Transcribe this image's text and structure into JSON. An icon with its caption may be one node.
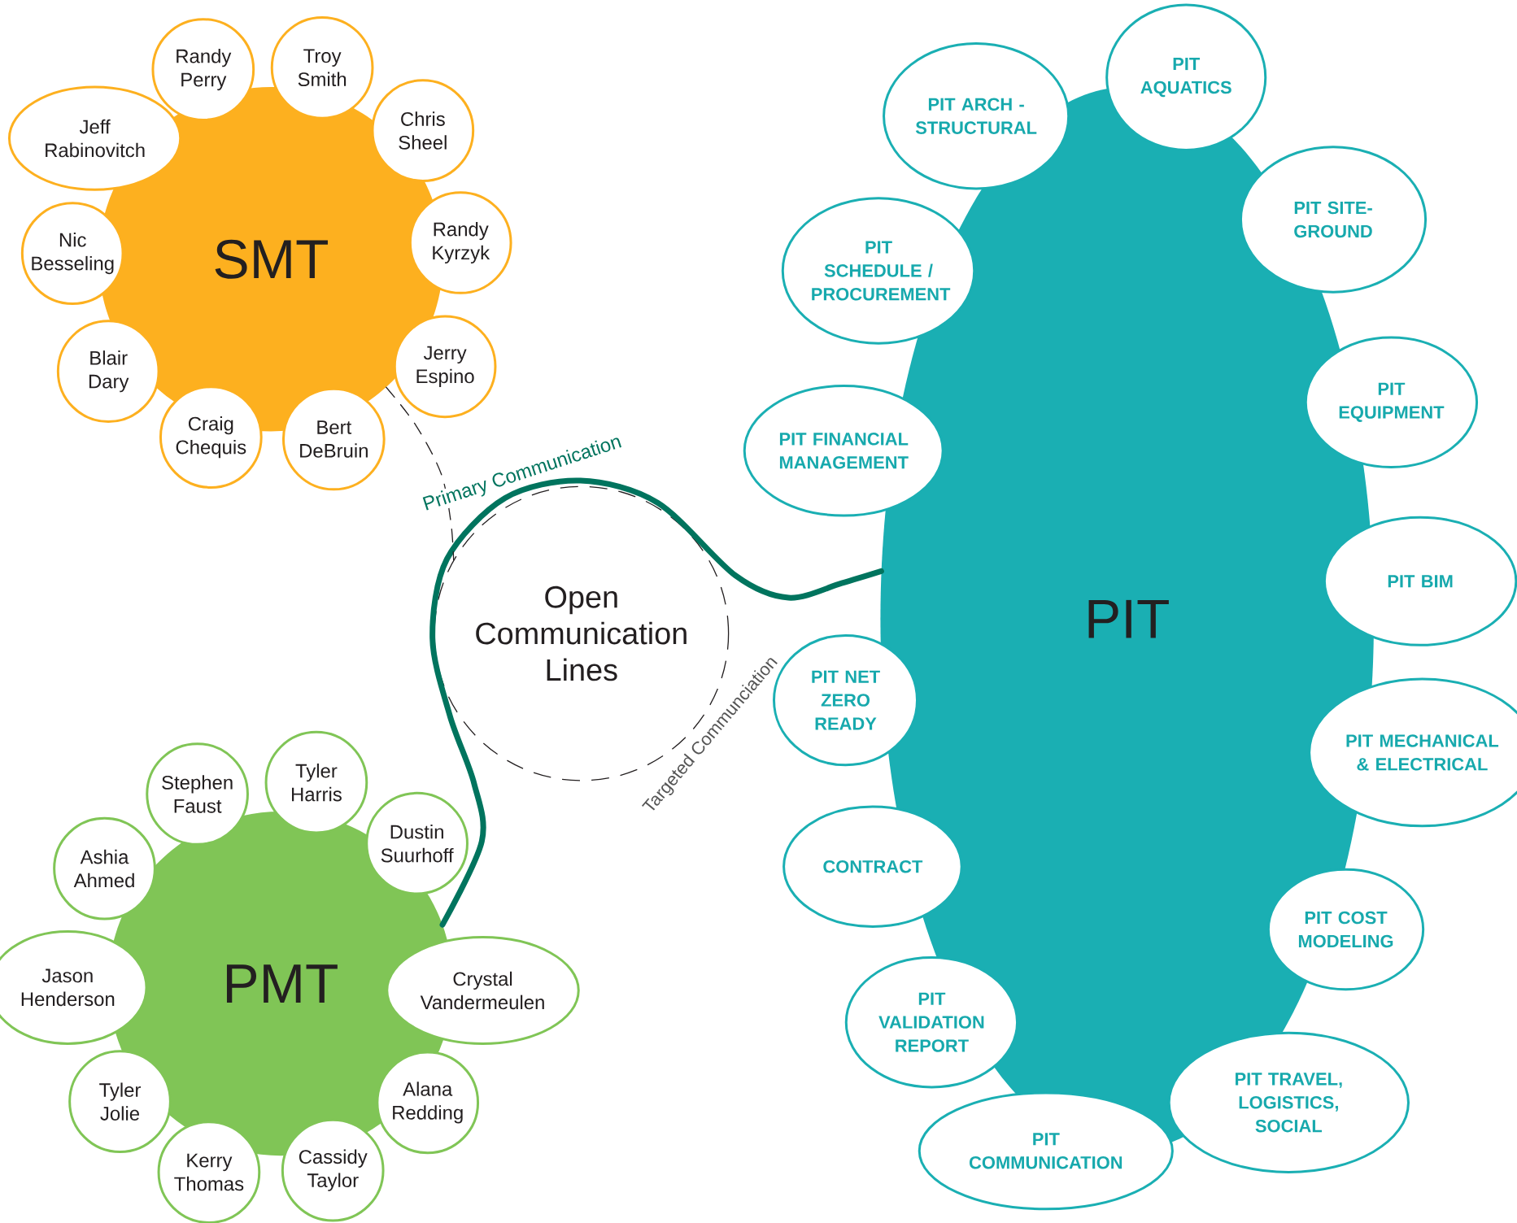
{
  "diagram": {
    "nodes": [
      {
        "text": [
          "SMT"
        ]
      },
      {
        "text": [
          "Jeff Rabinovitch"
        ]
      },
      {
        "text": [
          "Randy Perry"
        ]
      },
      {
        "text": [
          "Troy Smith"
        ]
      },
      {
        "text": [
          "Chris Sheel"
        ]
      },
      {
        "text": [
          "Randy Kyrzyk"
        ]
      },
      {
        "text": [
          "Jerry Espino"
        ]
      },
      {
        "text": [
          "Bert DeBruin"
        ]
      },
      {
        "text": [
          "Craig Chequis"
        ]
      },
      {
        "text": [
          "Blair Dary"
        ]
      },
      {
        "text": [
          "Nic Besseling"
        ]
      },
      {
        "text": [
          "PMT"
        ]
      },
      {
        "text": [
          "Ashia Ahmed"
        ]
      },
      {
        "text": [
          "Stephen Faust"
        ]
      },
      {
        "text": [
          "Tyler Harris"
        ]
      },
      {
        "text": [
          "Dustin Suurhoff"
        ]
      },
      {
        "text": [
          "Crystal Vandermeulen"
        ]
      },
      {
        "text": [
          "Alana Redding"
        ]
      },
      {
        "text": [
          "Cassidy Taylor"
        ]
      },
      {
        "text": [
          "Kerry Thomas"
        ]
      },
      {
        "text": [
          "Tyler Jolie"
        ]
      },
      {
        "text": [
          "Jason Henderson"
        ]
      },
      {
        "text": [
          "Open Communication Lines"
        ],
        "beside": [
          "Targeted Communciation"
        ]
      },
      {
        "text": [
          "PIT"
        ]
      },
      {
        "text": [
          "PIT ARCH - STRUCTURAL"
        ]
      },
      {
        "text": [
          "PIT AQUATICS"
        ]
      },
      {
        "text": [
          "PIT SCHEDULE / PROCUREMENT"
        ]
      },
      {
        "text": [
          "PIT SITE-GROUND"
        ]
      },
      {
        "text": [
          "PIT EQUIPMENT"
        ]
      },
      {
        "text": [
          "PIT FINANCIAL MANAGEMENT"
        ]
      },
      {
        "text": [
          "PIT BIM"
        ]
      },
      {
        "text": [
          "PIT NET ZERO READY"
        ]
      },
      {
        "text": [
          "PIT MECHANICAL & ELECTRICAL"
        ]
      },
      {
        "text": [
          "CONTRACT"
        ]
      },
      {
        "text": [
          "PIT COST MODELING"
        ]
      },
      {
        "text": [
          "PIT VALIDATION REPORT"
        ]
      },
      {
        "text": [
          "PIT TRAVEL, LOGISTICS, SOCIAL"
        ]
      },
      {
        "text": [
          "PIT COMMUNICATION"
        ]
      }
    ],
    "edges": [
      {
        "from": 11,
        "to": 23,
        "arrow": "none",
        "label": "Primary Communication",
        "style": "thick",
        "color": "#00745e"
      },
      {
        "from": 0,
        "to": 22,
        "arrow": "none",
        "style": "dashed",
        "color": "#231f20"
      }
    ]
  }
}
